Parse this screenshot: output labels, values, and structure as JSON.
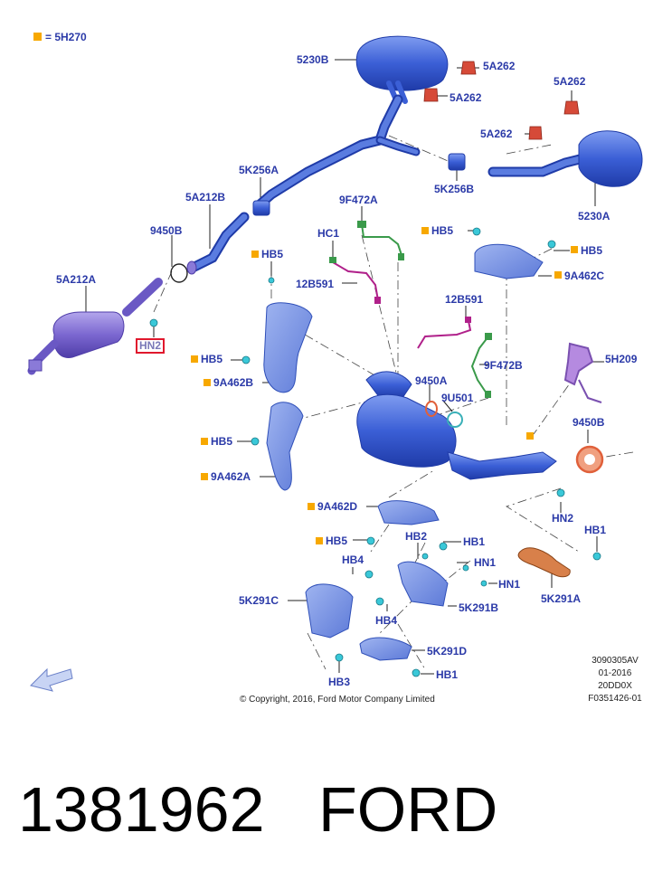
{
  "legend": {
    "label": "= 5H270",
    "color": "#f7a800"
  },
  "labels": {
    "l5230B": "5230B",
    "l5A262a": "5A262",
    "l5A262b": "5A262",
    "l5A262c": "5A262",
    "l5A262d": "5A262",
    "l5230A": "5230A",
    "l5K256A": "5K256A",
    "l5K256B": "5K256B",
    "l5A212B": "5A212B",
    "l9450B_top": "9450B",
    "l5A212A": "5A212A",
    "lHN2_box": "HN2",
    "l9F472A": "9F472A",
    "lHC1": "HC1",
    "lHB5_a": "HB5",
    "l12B591_a": "12B591",
    "lHB5_b": "HB5",
    "lHB5_c": "HB5",
    "l9A462C": "9A462C",
    "l12B591_b": "12B591",
    "lHB5_d": "HB5",
    "l9A462B": "9A462B",
    "l9450A": "9450A",
    "l9U501": "9U501",
    "l9F472B": "9F472B",
    "l5H209": "5H209",
    "lHB5_e": "HB5",
    "l9A462A": "9A462A",
    "l9450B_right": "9450B",
    "l9A462D": "9A462D",
    "lHN2_right": "HN2",
    "lHB5_f": "HB5",
    "lHB2": "HB2",
    "lHB1_a": "HB1",
    "lHB1_b": "HB1",
    "lHB4_a": "HB4",
    "lHN1_a": "HN1",
    "lHN1_b": "HN1",
    "l5K291C": "5K291C",
    "l5K291B": "5K291B",
    "lHB4_b": "HB4",
    "l5K291A": "5K291A",
    "l5K291D": "5K291D",
    "lHB3": "HB3",
    "lHB1_c": "HB1"
  },
  "meta": {
    "code": "3090305AV",
    "date": "01-2016",
    "model": "20DD0X",
    "ref": "F0351426-01",
    "copyright": "© Copyright, 2016, Ford Motor Company Limited"
  },
  "part_number": "1381962",
  "brand": "FORD",
  "colors": {
    "part_blue": "#3b5fd6",
    "label_blue": "#2b3aa8",
    "highlight_red": "#e0182d",
    "gasket_orange": "#e0603a",
    "sensor_green": "#3a9a4a",
    "sensor_magenta": "#b0208a",
    "clip_cyan": "#3ac8d8"
  }
}
